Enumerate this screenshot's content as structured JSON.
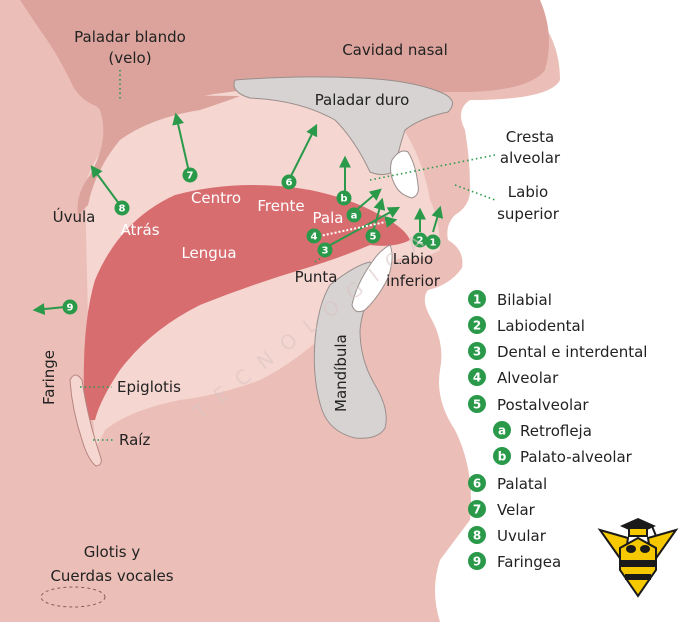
{
  "colors": {
    "tissue": "#ebbfb8",
    "tissue_dark": "#dba39b",
    "tissue_light": "#f5d6d1",
    "tongue": "#d86d70",
    "tongue_light": "#e89496",
    "bone": "#d7d3d2",
    "outline": "#8a5a55",
    "green": "#2a9a4a",
    "white": "#ffffff",
    "bee_yellow": "#f5c800",
    "bee_dark": "#1a1a1a"
  },
  "labels": {
    "velum_l1": "Paladar blando",
    "velum_l2": "(velo)",
    "nasal_cavity": "Cavidad nasal",
    "hard_palate": "Paladar duro",
    "alveolar_ridge_l1": "Cresta",
    "alveolar_ridge_l2": "alveolar",
    "upper_lip_l1": "Labio",
    "upper_lip_l2": "superior",
    "uvula": "Úvula",
    "back": "Atrás",
    "center": "Centro",
    "front": "Frente",
    "blade": "Pala",
    "tongue": "Lengua",
    "tip": "Punta",
    "lower_lip_l1": "Labio",
    "lower_lip_l2": "inferior",
    "jaw": "Mandíbula",
    "pharynx": "Faringe",
    "epiglottis": "Epiglotis",
    "root": "Raíz",
    "glottis_l1": "Glotis y",
    "glottis_l2": "Cuerdas vocales"
  },
  "markers": [
    "1",
    "2",
    "3",
    "4",
    "5",
    "a",
    "b",
    "6",
    "7",
    "8",
    "9"
  ],
  "legend": [
    {
      "num": "1",
      "label": "Bilabial"
    },
    {
      "num": "2",
      "label": "Labiodental"
    },
    {
      "num": "3",
      "label": "Dental e interdental"
    },
    {
      "num": "4",
      "label": "Alveolar"
    },
    {
      "num": "5",
      "label": "Postalveolar"
    },
    {
      "num": "a",
      "label": "Retrofleja"
    },
    {
      "num": "b",
      "label": "Palato-alveolar"
    },
    {
      "num": "6",
      "label": "Palatal"
    },
    {
      "num": "7",
      "label": "Velar"
    },
    {
      "num": "8",
      "label": "Uvular"
    },
    {
      "num": "9",
      "label": "Faringea"
    }
  ],
  "watermark": "TECNOLOGICA"
}
